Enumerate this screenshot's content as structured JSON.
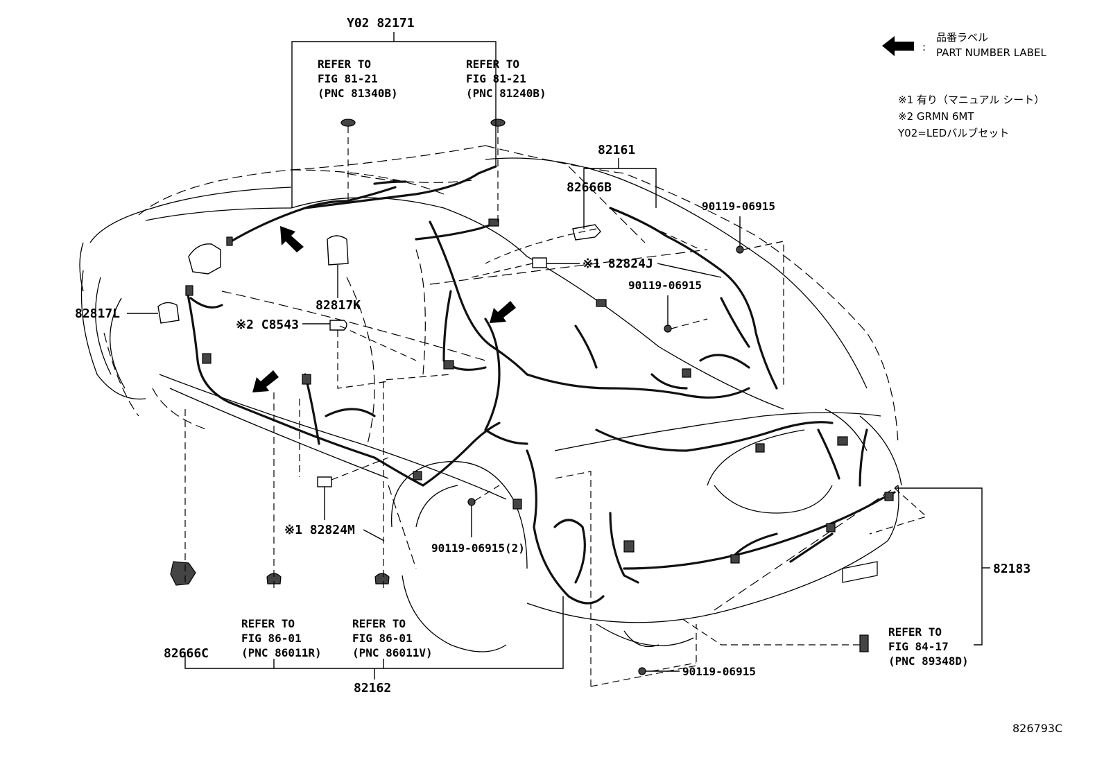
{
  "legend": {
    "arrow_label_jp": "品番ラベル",
    "arrow_label_en": "PART NUMBER LABEL",
    "note1": "※1 有り（マニュアル シート）",
    "note2": "※2 GRMN 6MT",
    "note3": "Y02=LEDバルブセット",
    "arrow_colon": ":"
  },
  "labels": {
    "p82171": "Y02 82171",
    "p82161": "82161",
    "p82666B": "82666B",
    "p90119_a": "90119-06915",
    "p82824J": "※1 82824J",
    "p90119_b": "90119-06915",
    "p82817K": "82817K",
    "p82817L": "82817L",
    "pC8543": "※2 C8543",
    "p82824M": "※1 82824M",
    "p90119_c": "90119-06915(2)",
    "p82183": "82183",
    "p82666C": "82666C",
    "p82162": "82162",
    "p90119_d": "90119-06915",
    "diagram_id": "826793C"
  },
  "refs": [
    {
      "line1": "REFER TO",
      "line2": "FIG 81-21",
      "line3": "(PNC 81340B)"
    },
    {
      "line1": "REFER TO",
      "line2": "FIG 81-21",
      "line3": "(PNC 81240B)"
    },
    {
      "line1": "REFER TO",
      "line2": "FIG 86-01",
      "line3": "(PNC 86011R)"
    },
    {
      "line1": "REFER TO",
      "line2": "FIG 86-01",
      "line3": "(PNC 86011V)"
    },
    {
      "line1": "REFER TO",
      "line2": "FIG 84-17",
      "line3": "(PNC 89348D)"
    }
  ]
}
